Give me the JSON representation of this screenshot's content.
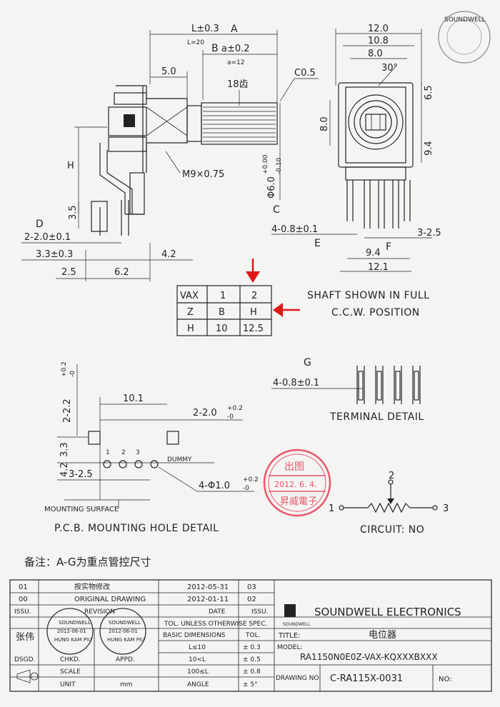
{
  "dimensions": {
    "L": "L±0.3",
    "A": "A",
    "L20": "L=20",
    "B": "B",
    "a": "a±0.2",
    "a12": "a=12",
    "d5_0": "5.0",
    "teeth": "18齿",
    "c05": "C0.5",
    "H": "H",
    "M9": "M9×0.75",
    "d3_5": "3.5",
    "shaft_dia": "Φ6.0",
    "shaft_tol_up": "+0.00",
    "shaft_tol_dn": "-0.10",
    "C": "C",
    "D": "D",
    "d2_2": "2-2.0±0.1",
    "d3_3": "3.3±0.3",
    "d4_2": "4.2",
    "d2_5": "2.5",
    "d6_2": "6.2",
    "w12_0": "12.0",
    "w10_8": "10.8",
    "w8_0": "8.0",
    "ang30": "30°",
    "d6_5": "6.5",
    "h8_0": "8.0",
    "d9_4v": "9.4",
    "E": "E",
    "d4_08": "4-0.8±0.1",
    "d3_25": "3-2.5",
    "d9_4": "9.4",
    "F": "F",
    "d12_1": "12.1"
  },
  "variant_table": {
    "headers": [
      "VAX",
      "1",
      "2"
    ],
    "rows": [
      [
        "Z",
        "B",
        "H"
      ],
      [
        "H",
        "10",
        "12.5"
      ]
    ]
  },
  "shaft_note": {
    "line1": "SHAFT SHOWN IN FULL",
    "line2": "C.C.W. POSITION"
  },
  "terminal": {
    "label": "G",
    "dim": "4-0.8±0.1",
    "title": "TERMINAL DETAIL"
  },
  "pcb": {
    "d22": "2-2.2",
    "d22_tol_up": "+0.2",
    "d22_tol_dn": "-0",
    "d10_1": "10.1",
    "d2_20": "2-2.0",
    "d2_20_tol_up": "+0.2",
    "d2_20_tol_dn": "-0",
    "d3_3": "3.3",
    "d4_2": "4.2",
    "d3_25": "3-2.5",
    "pins": [
      "1",
      "2",
      "3"
    ],
    "dummy": "DUMMY",
    "d4_10": "4-Φ1.0",
    "d4_10_tol_up": "+0.2",
    "d4_10_tol_dn": "-0",
    "mount_surface": "MOUNTING SURFACE",
    "title": "P.C.B. MOUNTING HOLE DETAIL"
  },
  "stamp": {
    "top": "出图",
    "date": "2012. 6.  4.",
    "bottom": "昇威電子"
  },
  "circuit": {
    "pin1": "1",
    "pin2": "2",
    "pin3": "3",
    "title": "CIRCUIT: NO"
  },
  "note": "备注：A-G为重点管控尺寸",
  "title_block": {
    "rev_rows": [
      {
        "no": "01",
        "desc": "按实物修改",
        "date": "2012-05-31",
        "code": "03"
      },
      {
        "no": "00",
        "desc": "ORIGINAL  DRAWING",
        "date": "2012-01-11",
        "code": "02"
      }
    ],
    "rev_header": {
      "issu": "ISSU.",
      "revision": "REVISION",
      "date": "DATE",
      "issu2": "ISSU."
    },
    "company": "SOUNDWELL  ELECTRONICS",
    "logo_text": "SOUNDWELL",
    "drafter": "张伟",
    "dsgd": "DSGD.",
    "chkd": "CHKD.",
    "appd": "APPD.",
    "scale": "SCALE",
    "unit": "UNIT",
    "unit_symbol": "mm",
    "sig1_top": "SOUNDWELL",
    "sig1_date": "2012-06-01",
    "sig1_name": "HUNG KAM PIU",
    "sig2_top": "SOUNDWELL",
    "sig2_date": "2012-06-01",
    "sig2_name": "HUNG KAM PIU",
    "tol_header": "TOL. UNLESS  OTHERWISE  SPEC.",
    "basic_dims": "BASIC  DIMENSIONS",
    "tol": "TOL.",
    "tol_rows": [
      {
        "range": "L≤10",
        "tol": "± 0.3"
      },
      {
        "range": "10<L",
        "tol": "± 0.5"
      },
      {
        "range": "100≤L",
        "tol": "± 0.8"
      },
      {
        "range": "ANGLE",
        "tol": "± 5°"
      }
    ],
    "title_label": "TITLE:",
    "title_value": "电位器",
    "model_label": "MODEL:",
    "model_value": "RA1150N0E0Z-VAX-KQXXXBXXX",
    "drawing_no_label": "DRAWING NO:",
    "drawing_no": "C-RA115X-0031",
    "no_label": "NO:"
  },
  "seal": {
    "text": "SOUNDWELL"
  },
  "colors": {
    "ink": "#222222",
    "paper": "#f4f4f2",
    "red_arrow": "#e01818",
    "stamp_red": "#e8566a"
  }
}
